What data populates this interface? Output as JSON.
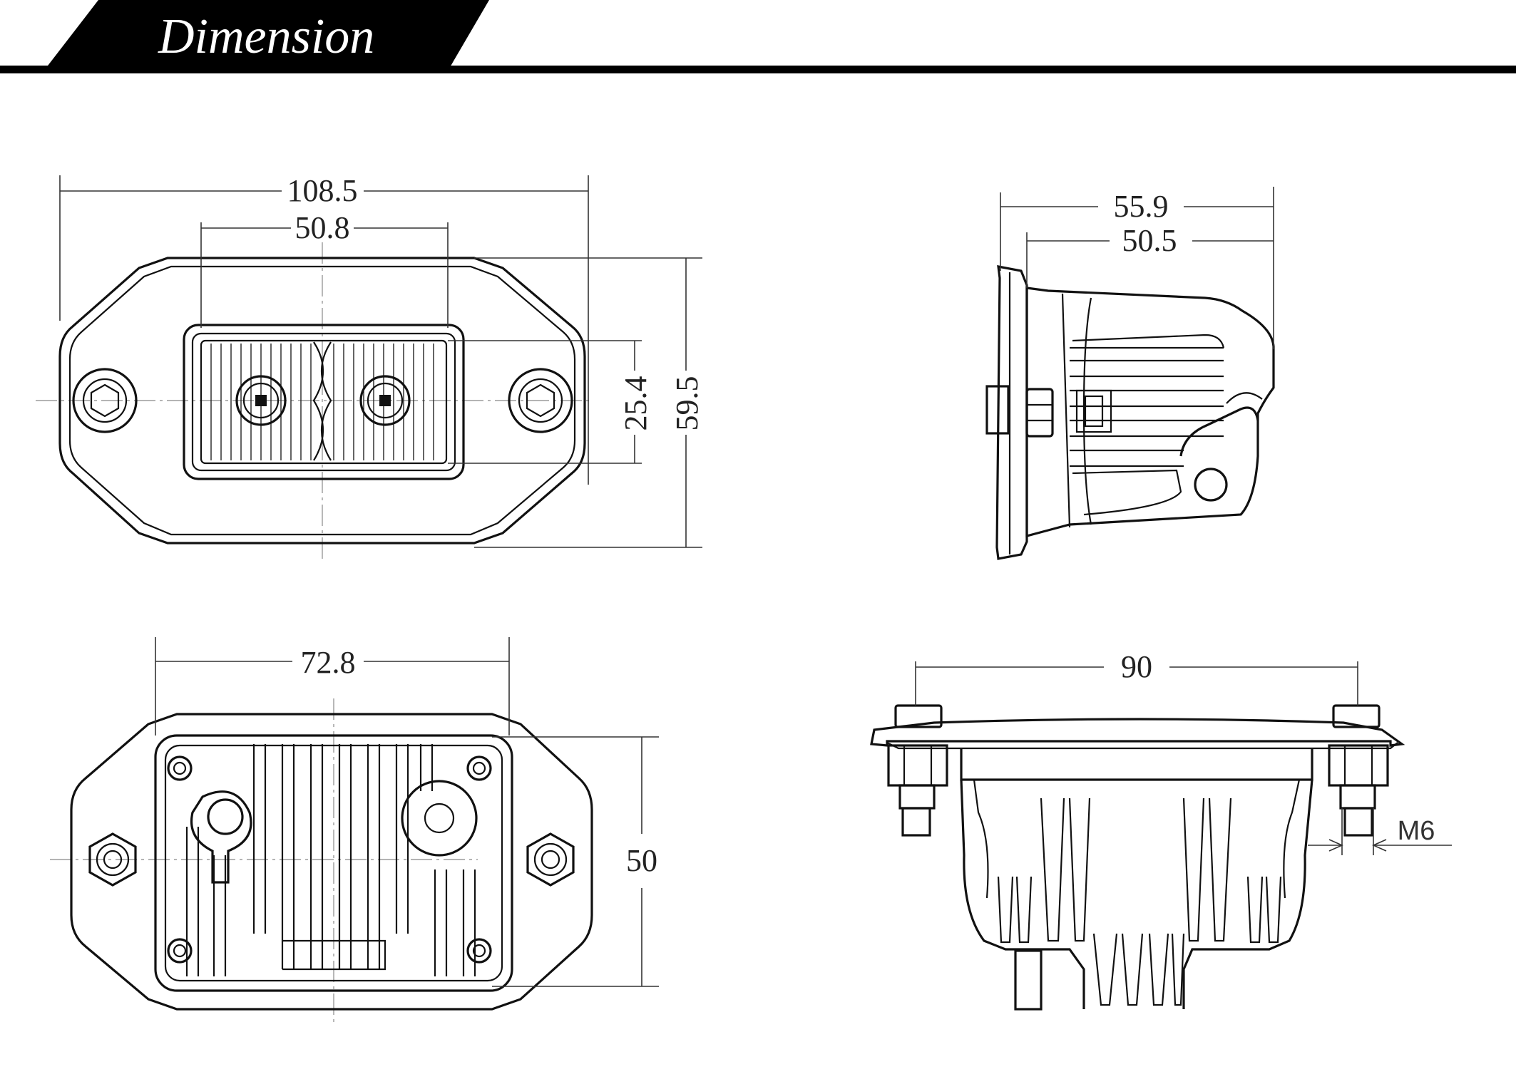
{
  "header": {
    "title": "Dimension"
  },
  "front_view": {
    "overall_width": "108.5",
    "lens_width": "50.8",
    "lens_height": "25.4",
    "overall_height": "59.5"
  },
  "side_view": {
    "overall_depth": "55.9",
    "body_depth": "50.5"
  },
  "rear_view": {
    "body_width": "72.8",
    "body_height": "50"
  },
  "bottom_view": {
    "stud_spacing": "90",
    "thread_label": "M6"
  },
  "colors": {
    "ink": "#111111",
    "header_band": "#000000",
    "paper": "#ffffff"
  }
}
